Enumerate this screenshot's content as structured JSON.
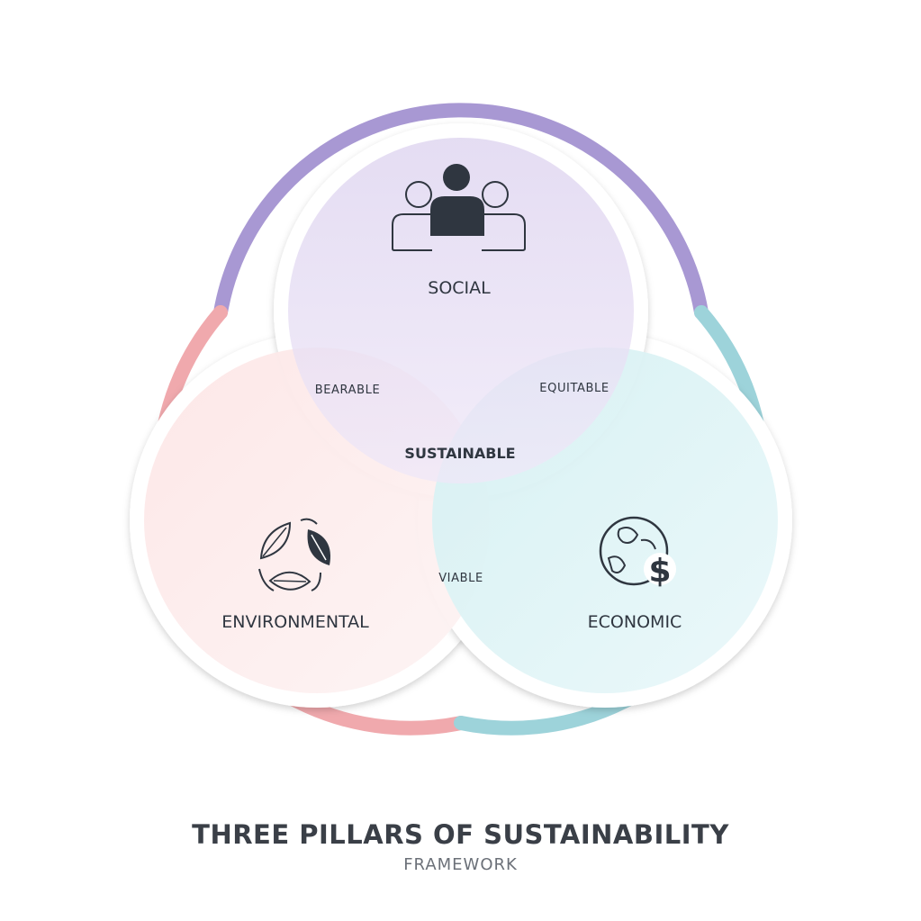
{
  "colors": {
    "social": "#a898d3",
    "environmental": "#f0a9ad",
    "economic": "#9dd3da",
    "text": "#2f3640"
  },
  "circles": {
    "social": {
      "label": "SOCIAL",
      "icon": "people-icon"
    },
    "environmental": {
      "label": "ENVIRONMENTAL",
      "icon": "leaves-recycle-icon"
    },
    "economic": {
      "label": "ECONOMIC",
      "icon": "globe-dollar-icon"
    }
  },
  "overlaps": {
    "social_environmental": "BEARABLE",
    "social_economic": "EQUITABLE",
    "environmental_economic": "VIABLE",
    "center": "SUSTAINABLE"
  },
  "title": "THREE PILLARS OF SUSTAINABILITY",
  "subtitle": "FRAMEWORK"
}
